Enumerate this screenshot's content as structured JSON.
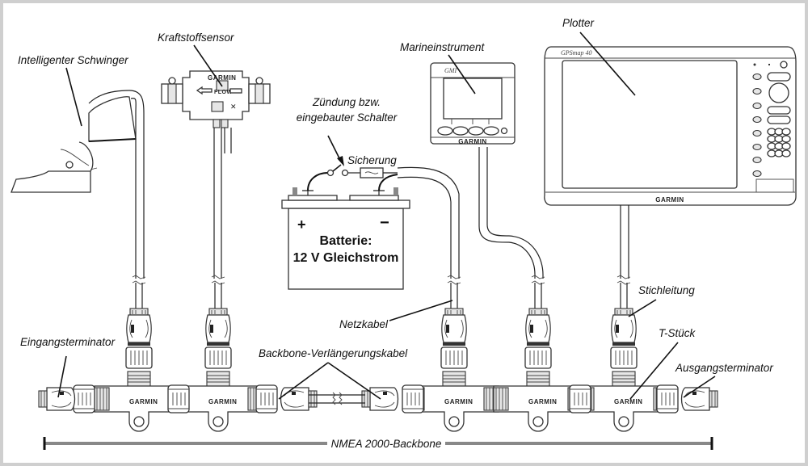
{
  "diagram": {
    "title": "NMEA 2000 network wiring",
    "labels": {
      "smart_transducer": "Intelligenter Schwinger",
      "fuel_sensor": "Kraftstoffsensor",
      "ignition_switch_line1": "Zündung bzw.",
      "ignition_switch_line2": "eingebauter Schalter",
      "fuse": "Sicherung",
      "marine_instrument": "Marineinstrument",
      "plotter": "Plotter",
      "power_cable": "Netzkabel",
      "drop_cable": "Stichleitung",
      "t_connector": "T-Stück",
      "input_terminator": "Eingangsterminator",
      "output_terminator": "Ausgangsterminator",
      "backbone_extension": "Backbone-Verlängerungskabel",
      "backbone": "NMEA 2000-Backbone"
    },
    "battery": {
      "line1": "Batterie:",
      "line2": "12 V Gleichstrom",
      "positive": "+",
      "negative": "−"
    },
    "device_text": {
      "brand": "GARMIN",
      "flow": "FLOW",
      "plotter_model": "GPSmap 40",
      "instrument_model": "GMI"
    }
  }
}
